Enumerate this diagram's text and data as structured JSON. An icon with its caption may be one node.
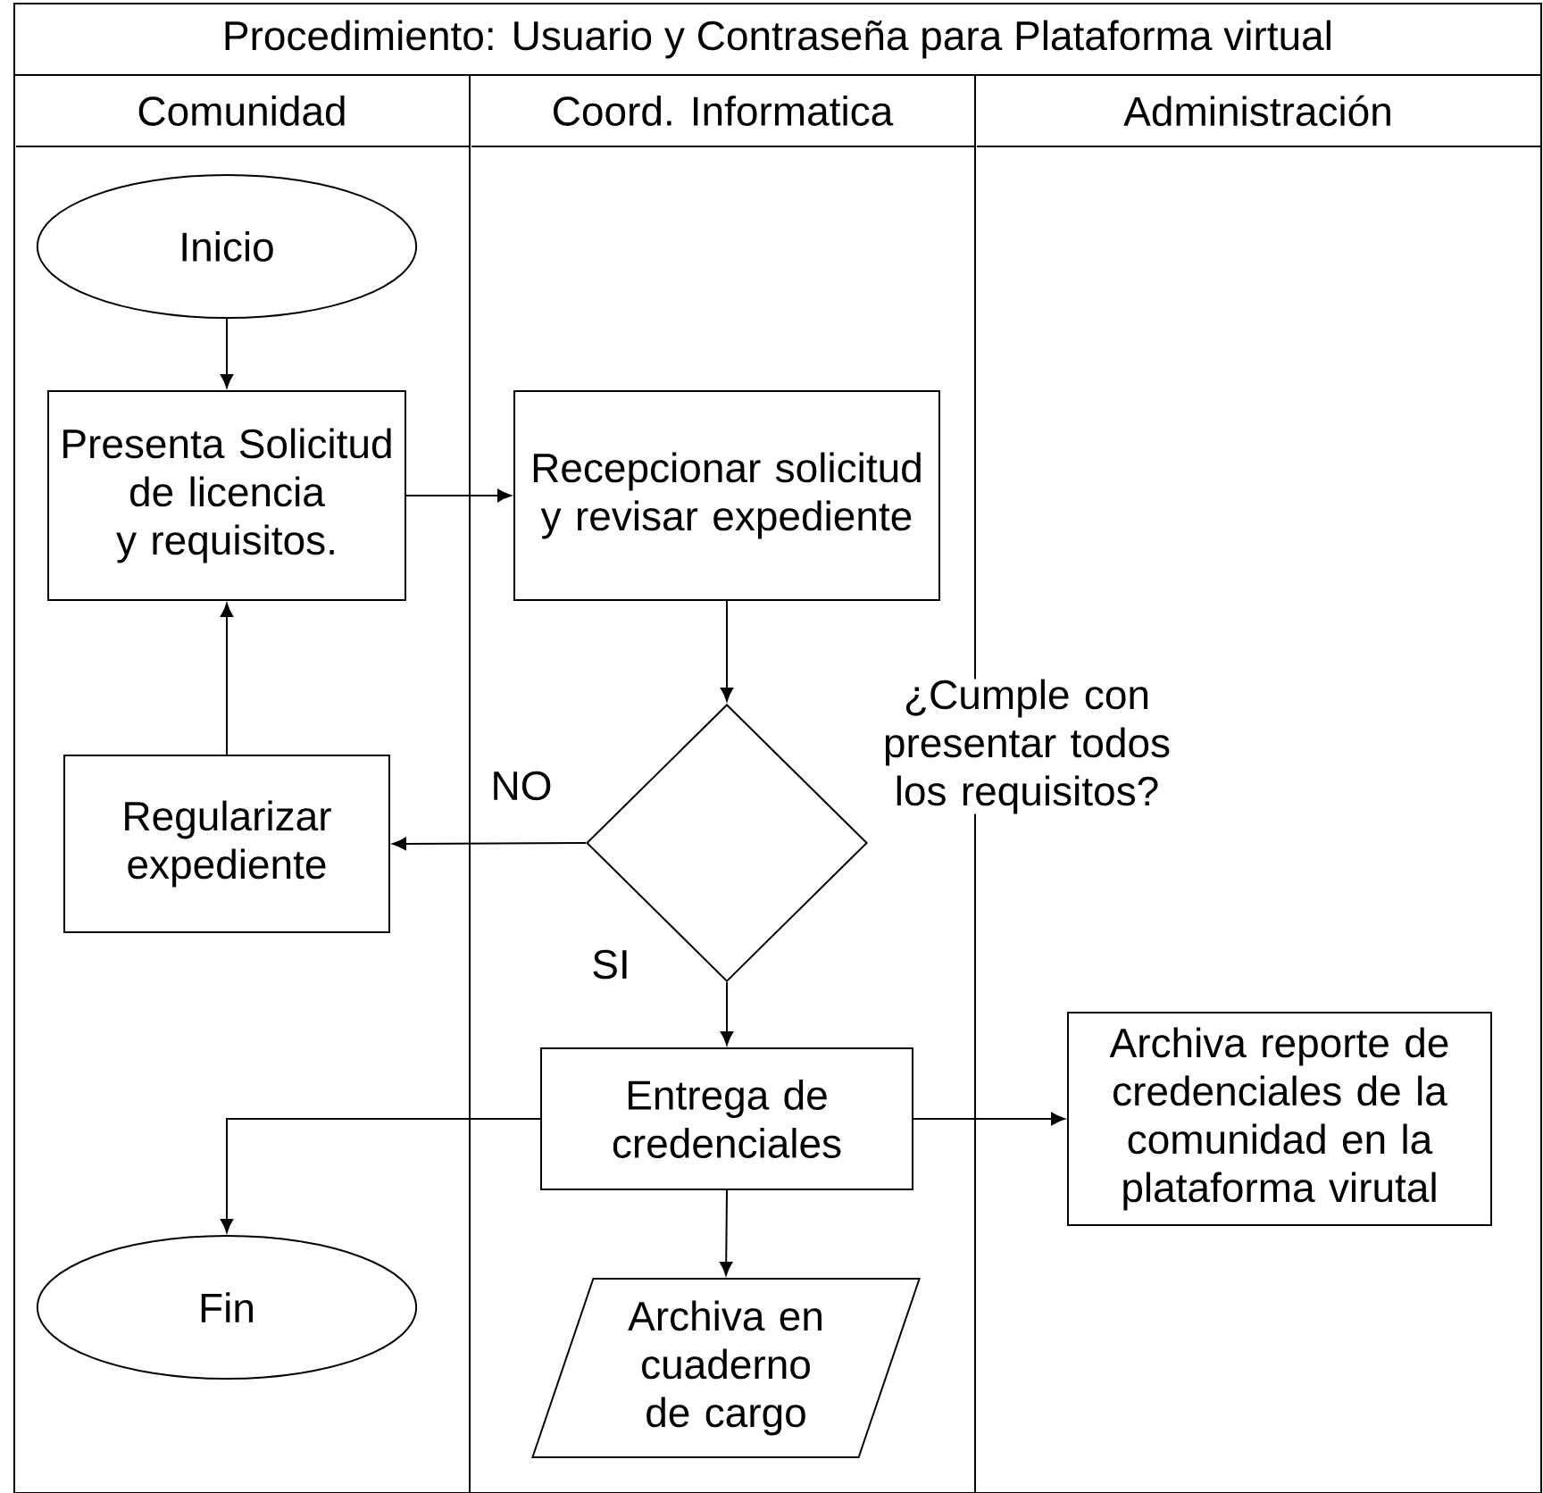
{
  "diagram": {
    "nodes": [
      {
        "text": [
          "Procedimiento: Usuario y Contraseña para Plataforma virtual"
        ]
      },
      {
        "text": [
          "Comunidad"
        ],
        "in": 0
      },
      {
        "text": [
          "Coord. Informatica"
        ],
        "in": 0
      },
      {
        "text": [
          "Administración"
        ],
        "in": 0
      },
      {
        "text": [
          "Inicio"
        ],
        "in": 1
      },
      {
        "text": [
          "Presenta Solicitud de licencia y requisitos."
        ],
        "in": 1
      },
      {
        "text": [
          "Recepcionar solicitud y revisar expediente"
        ],
        "in": 2
      },
      {
        "text": [],
        "shape": "diamond",
        "in": 2,
        "beside": [
          "¿Cumple con presentar todos los requisitos?"
        ]
      },
      {
        "text": [
          "Regularizar expediente"
        ],
        "in": 1
      },
      {
        "text": [
          "Entrega de credenciales"
        ],
        "in": 2
      },
      {
        "text": [
          "Fin"
        ],
        "in": 1
      },
      {
        "text": [
          "Archiva en cuaderno de cargo"
        ],
        "in": 2
      },
      {
        "text": [
          "Archiva reporte de credenciales de la comunidad en la plataforma virutal"
        ],
        "in": 3
      }
    ],
    "edges": [
      {
        "from": 4,
        "to": 5,
        "arrow": "to"
      },
      {
        "from": 5,
        "to": 6,
        "arrow": "to"
      },
      {
        "from": 6,
        "to": 7,
        "arrow": "to"
      },
      {
        "from": 7,
        "to": 8,
        "arrow": "to",
        "label": "NO"
      },
      {
        "from": 8,
        "to": 5,
        "arrow": "to"
      },
      {
        "from": 7,
        "to": 9,
        "arrow": "to",
        "label": "SI"
      },
      {
        "from": 9,
        "to": 10,
        "arrow": "to"
      },
      {
        "from": 9,
        "to": 12,
        "arrow": "to"
      },
      {
        "from": 9,
        "to": 11,
        "arrow": "to"
      }
    ]
  }
}
